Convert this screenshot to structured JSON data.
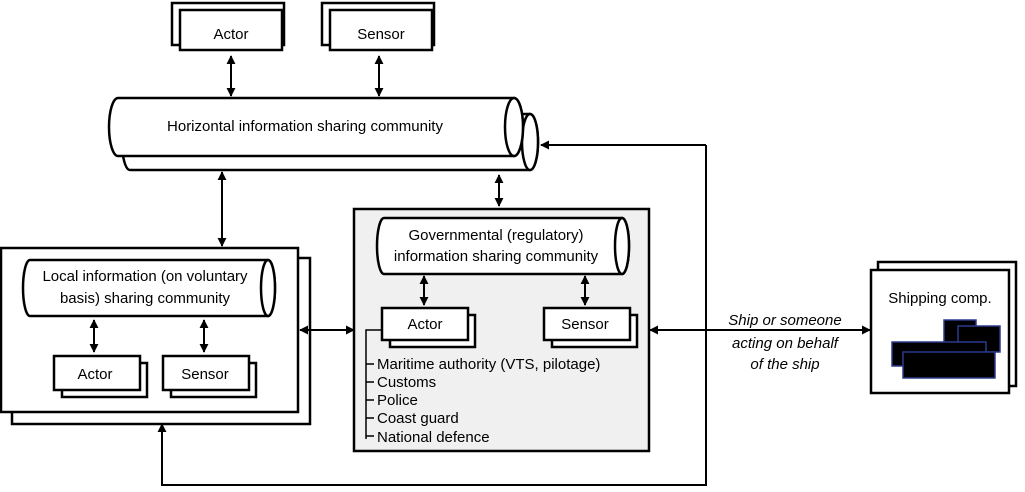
{
  "top": {
    "actor_label": "Actor",
    "sensor_label": "Sensor"
  },
  "horizontal": {
    "label": "Horizontal information sharing community"
  },
  "local": {
    "label_line1": "Local information (on voluntary",
    "label_line2": "basis) sharing community",
    "actor_label": "Actor",
    "sensor_label": "Sensor"
  },
  "government": {
    "label_line1": "Governmental (regulatory)",
    "label_line2": "information sharing community",
    "actor_label": "Actor",
    "sensor_label": "Sensor",
    "actor_members": [
      "Maritime authority (VTS, pilotage)",
      "Customs",
      "Police",
      "Coast guard",
      "National defence"
    ]
  },
  "ship_link": {
    "line1": "Ship or someone",
    "line2": "acting on behalf",
    "line3": "of the ship"
  },
  "shipping": {
    "label": "Shipping comp."
  },
  "colors": {
    "stroke": "#000000",
    "gov_fill": "#f0f0f0",
    "ship_icon_fill": "#000000",
    "ship_icon_edge": "#2b3a8c"
  }
}
